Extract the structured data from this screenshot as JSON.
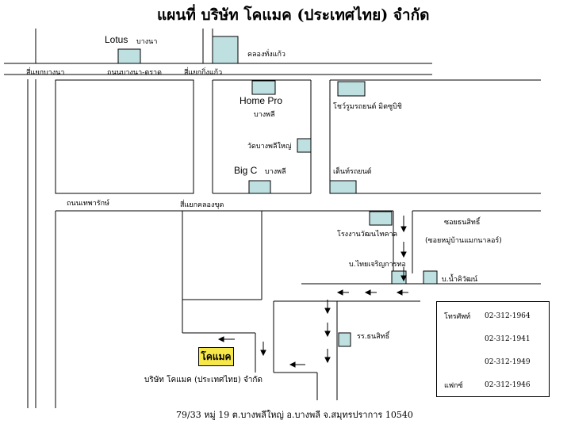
{
  "title": "แผนที่  บริษัท   โคแมค (ประเทศไทย)   จำกัด",
  "landmarks": {
    "lotus": "Lotus",
    "lotus_branch": "บางนา",
    "khlong_thong": "คลองทั่งแก้ว",
    "home_pro": "Home Pro",
    "home_pro_branch": "บางพลี",
    "wat": "วัดบางพลีใหญ่",
    "big_c": "Big C",
    "big_c_branch": "บางพลี",
    "showroom": "โชว์รูมรถยนต์ มิตซูบิชิ",
    "tent": "เต็นท์รถยนต์",
    "factory": "โรงงานวัฒนไทคาล",
    "thai_charoen": "บ.ไทยเจริญการทอ",
    "namchai": "บ.น้ำคิวัฒน์",
    "school": "รร.ธนสิทธิ์"
  },
  "roads": {
    "junction_bangna": "สี่แยกบางนา",
    "bangna_trat": "ถนนบางนา-ตราด",
    "junction_kingkaew": "สี่แยกกิ่งแก้ว",
    "thepharak": "ถนนเทพารักษ์",
    "junction_khlong": "สี่แยกคลองขุด",
    "soi_thanasit": "ซอยธนสิทธิ์",
    "village": "(ซอยหมู่บ้านแมกนาลอร์)"
  },
  "company": {
    "badge": "โคแมค",
    "full_name": "บริษัท  โคแมค (ประเทศไทย)   จำกัด"
  },
  "contact": {
    "phone_label": "โทรศัพท์",
    "phones": [
      "02-312-1964",
      "02-312-1941",
      "02-312-1949"
    ],
    "fax_label": "แฟกซ์",
    "fax": "02-312-1946"
  },
  "address": "79/33 หมู่ 19 ต.บางพลีใหญ่ อ.บางพลี จ.สมุทรปราการ  10540",
  "colors": {
    "building": "#bfe0e0",
    "company_badge": "#f7e84a"
  }
}
